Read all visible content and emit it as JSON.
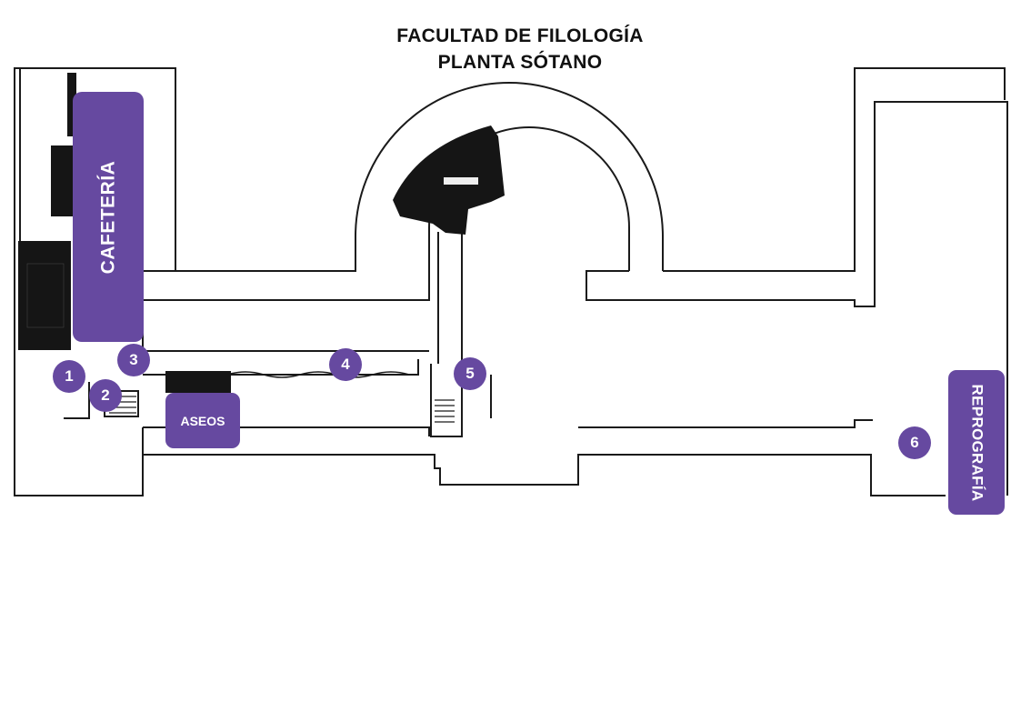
{
  "title": {
    "line1": "FACULTAD DE FILOLOGÍA",
    "line2": "PLANTA SÓTANO"
  },
  "rooms": {
    "cafeteria": "CAFETERÍA",
    "aseos": "ASEOS",
    "reprografia": "REPROGRAFÍA"
  },
  "markers": [
    "1",
    "2",
    "3",
    "4",
    "5",
    "6"
  ],
  "colors": {
    "accent": "#6649a0",
    "wall": "#1a1a1a",
    "dark_fill": "#151515"
  }
}
